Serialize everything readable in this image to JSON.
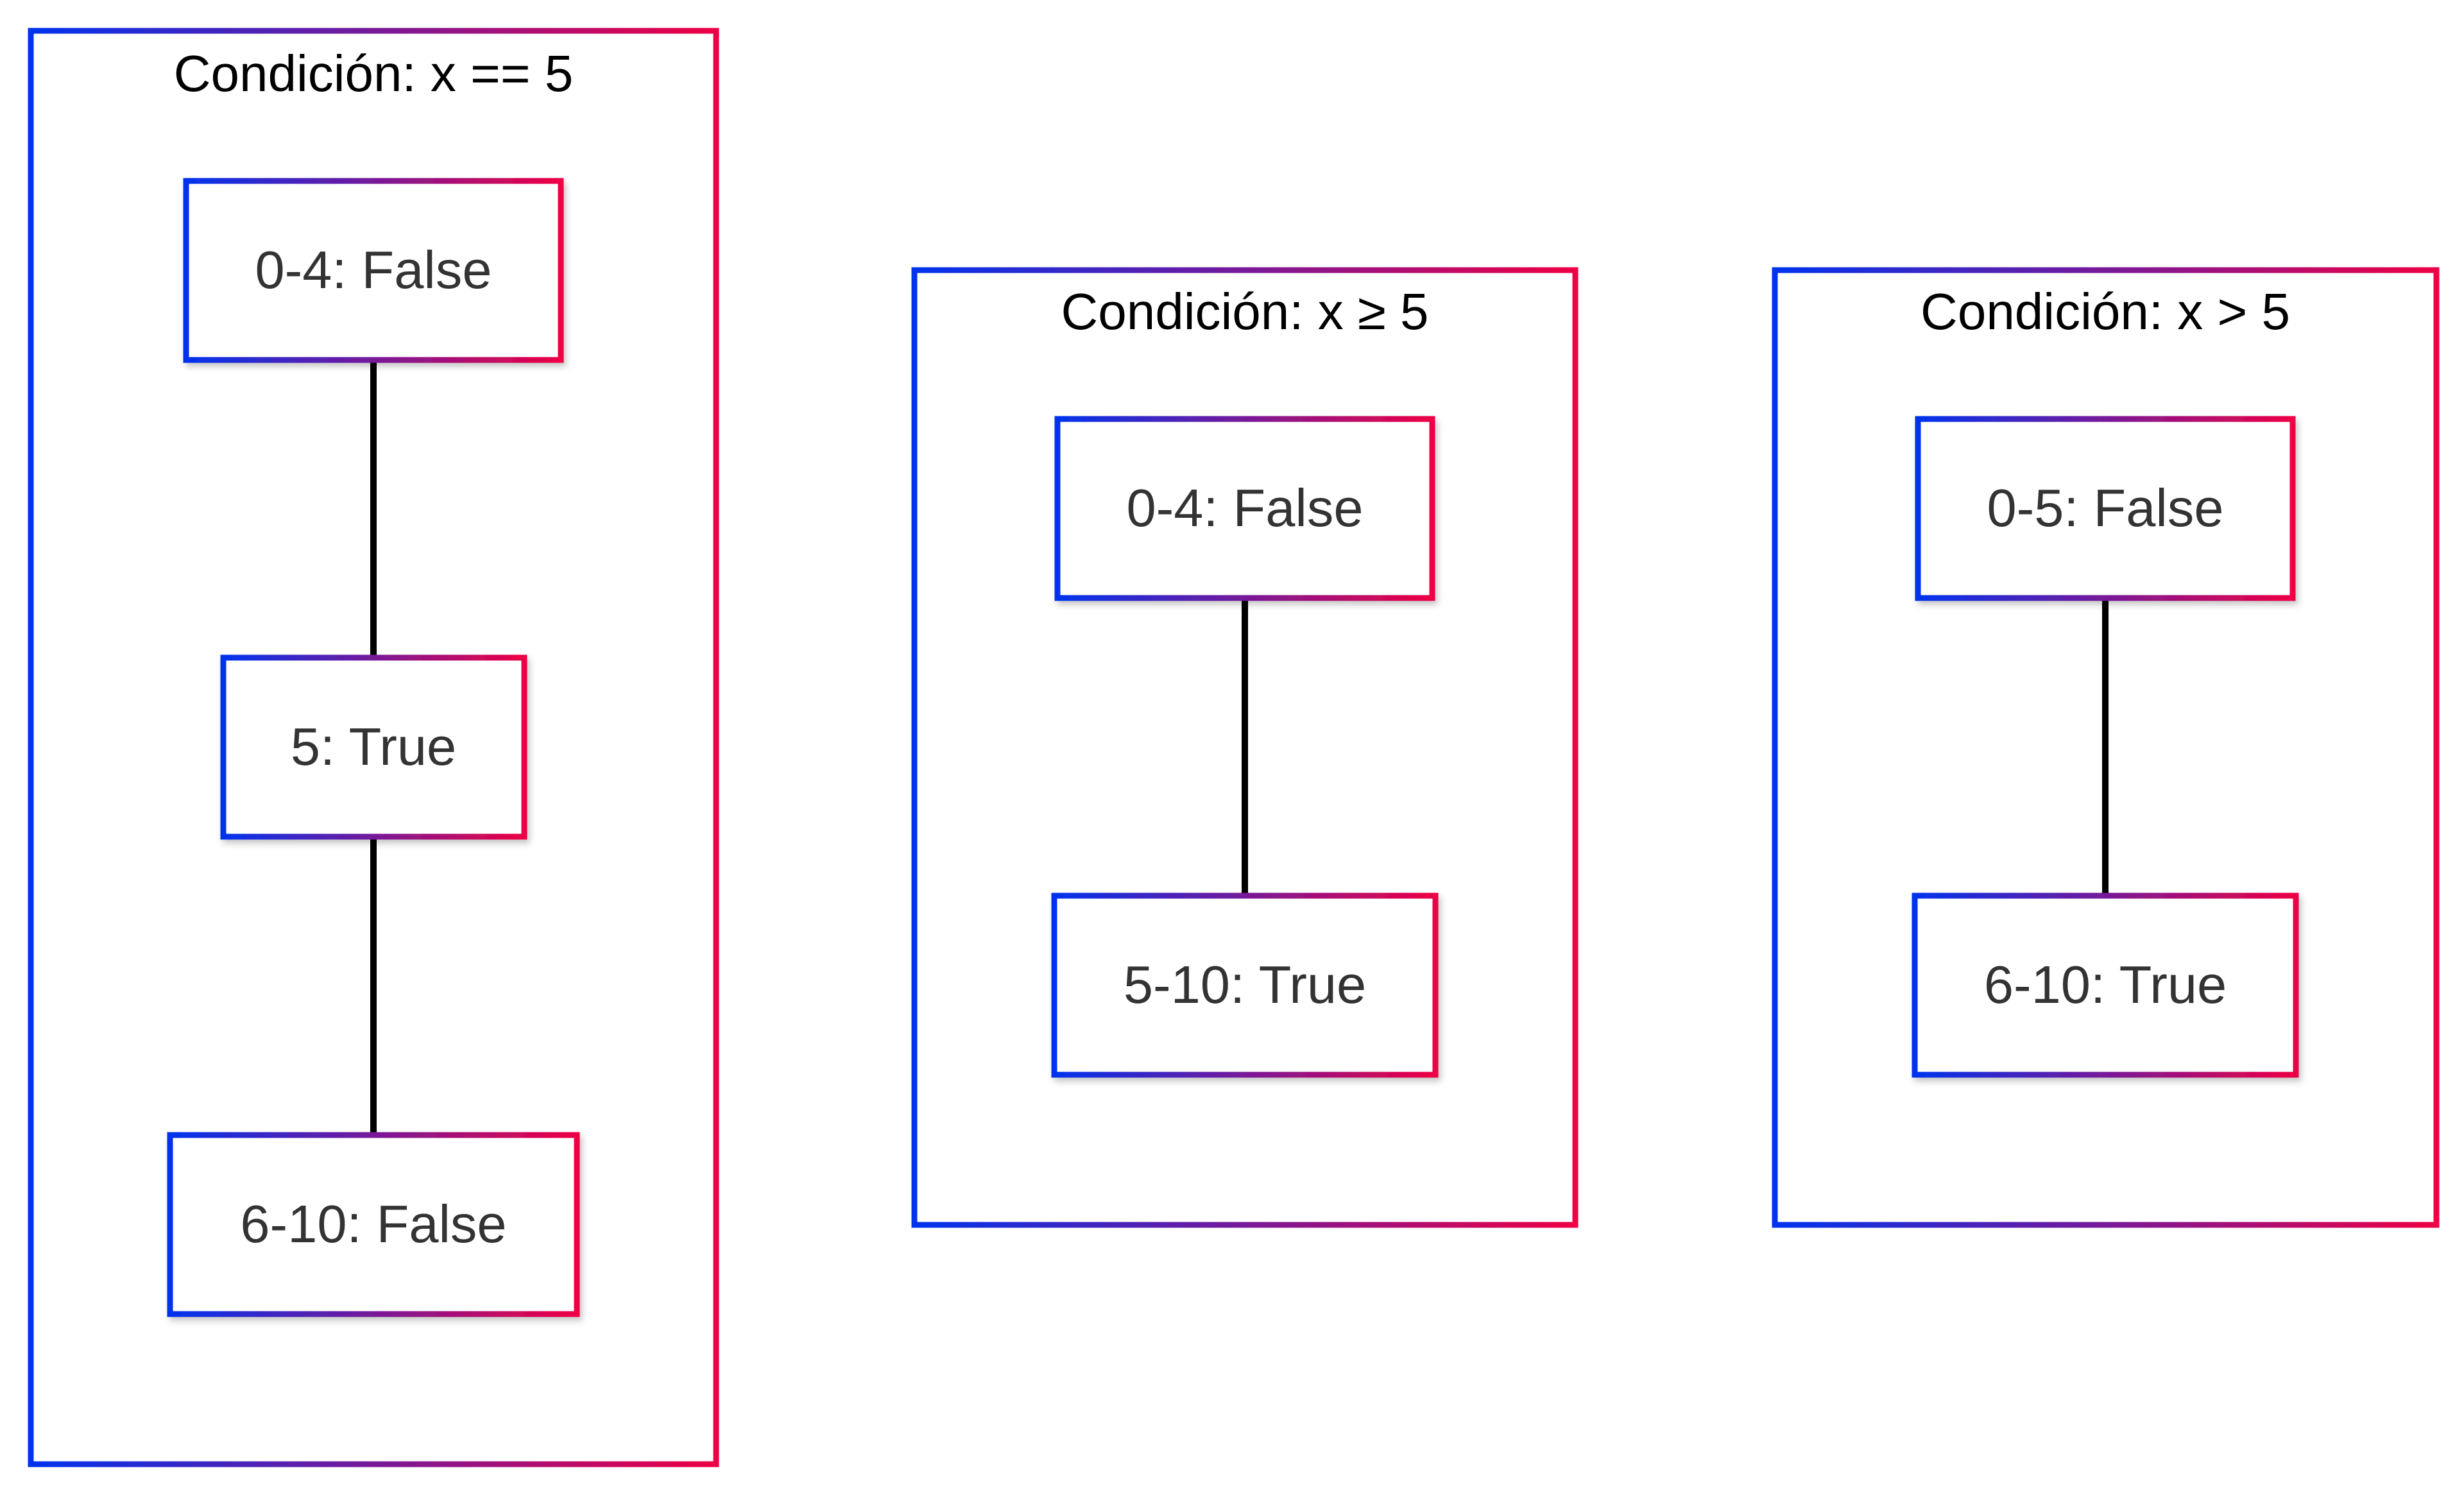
{
  "colors": {
    "gradient_start": "#0033ee",
    "gradient_end": "#ee0044",
    "edge": "#000000",
    "title_text": "#000000",
    "node_text": "#333333",
    "background": "#ffffff"
  },
  "clusters": [
    {
      "title": "Condición: x == 5",
      "nodes": [
        "0-4: False",
        "5: True",
        "6-10: False"
      ]
    },
    {
      "title": "Condición: x ≥ 5",
      "nodes": [
        "0-4: False",
        "5-10: True"
      ]
    },
    {
      "title": "Condición: x > 5",
      "nodes": [
        "0-5: False",
        "6-10: True"
      ]
    }
  ]
}
